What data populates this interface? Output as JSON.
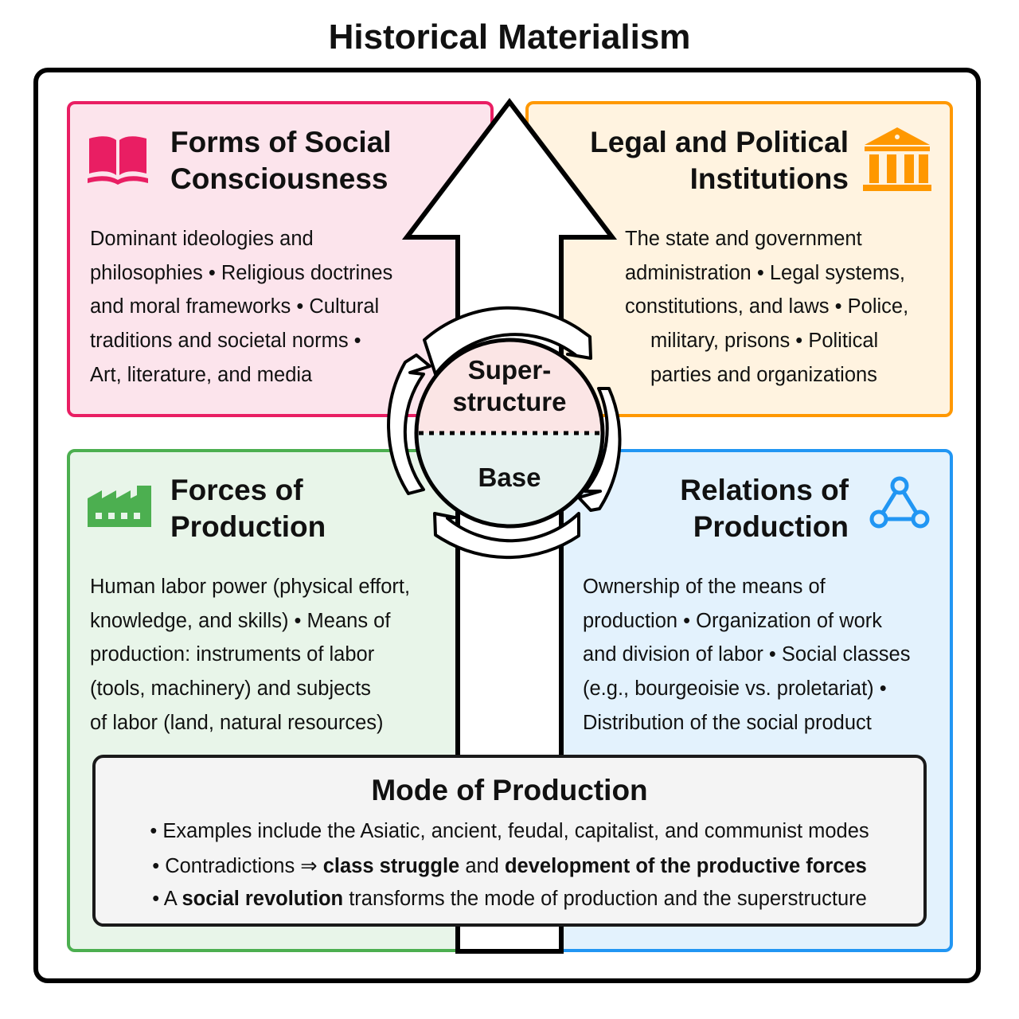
{
  "title": "Historical Materialism",
  "colors": {
    "consciousness": "#e91e63",
    "consciousness_bg": "#fce4ec",
    "institutions": "#ff9800",
    "institutions_bg": "#fff3e0",
    "forces": "#4caf50",
    "forces_bg": "#e8f5e9",
    "relations": "#2196f3",
    "relations_bg": "#e3f2fd"
  },
  "quadrants": {
    "consciousness": {
      "icon": "open-book-icon",
      "title": [
        "Forms of Social",
        "Consciousness"
      ],
      "body": [
        "Dominant ideologies and",
        "philosophies • Religious doctrines",
        "and moral frameworks • Cultural",
        "traditions and societal norms •",
        "Art, literature, and media"
      ]
    },
    "institutions": {
      "icon": "government-building-icon",
      "title": [
        "Legal and Political",
        "Institutions"
      ],
      "body": [
        "The state and government",
        "administration • Legal systems,",
        "constitutions, and laws • Police,",
        "military, prisons • Political",
        "parties and organizations"
      ]
    },
    "forces": {
      "icon": "factory-icon",
      "title": [
        "Forces of",
        "Production"
      ],
      "body": [
        "Human labor power (physical effort,",
        "knowledge, and skills) • Means of",
        "production: instruments of labor",
        "(tools, machinery) and subjects",
        "of labor (land, natural resources)"
      ]
    },
    "relations": {
      "icon": "network-triangle-icon",
      "title": [
        "Relations of",
        "Production"
      ],
      "body": [
        "Ownership of the means of",
        "production • Organization of work",
        "and division of labor • Social classes",
        "(e.g., bourgeoisie vs. proletariat) •",
        "Distribution of the social product"
      ]
    }
  },
  "center": {
    "superstructure_label": [
      "Super-",
      "structure"
    ],
    "base_label": "Base"
  },
  "mode": {
    "title": "Mode of Production",
    "line1": "• Examples include the Asiatic, ancient, feudal, capitalist, and communist modes",
    "line2": {
      "a": "• Contradictions ⇒ ",
      "b": "class struggle",
      "c": " and ",
      "d": "development of the productive forces"
    },
    "line3": {
      "a": "• A ",
      "b": "social revolution",
      "c": " transforms the mode of production and the superstructure"
    }
  }
}
